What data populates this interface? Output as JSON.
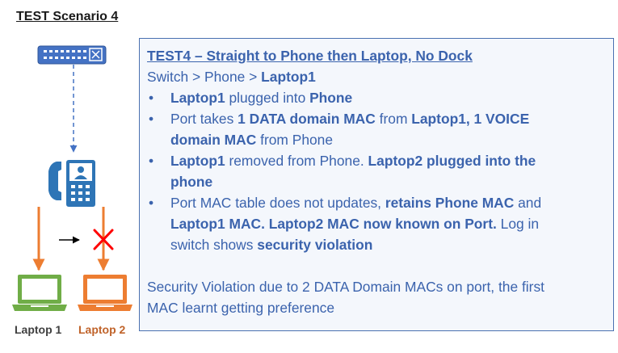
{
  "title": "TEST Scenario 4",
  "labels": {
    "laptop1": "Laptop 1",
    "laptop2": "Laptop 2"
  },
  "box": {
    "heading": "TEST4 – Straight to Phone then Laptop, No Dock",
    "path_prefix": "Switch > Phone > ",
    "path_bold": "Laptop1",
    "bullet_glyph": "•",
    "b1": {
      "p1": "Laptop1",
      "p2": " plugged into ",
      "p3": "Phone"
    },
    "b2": {
      "p1": "Port takes ",
      "p2": "1 DATA domain MAC",
      "p3": " from ",
      "p4": "Laptop1, 1 VOICE",
      "p5": "domain MAC",
      "p6": " from Phone"
    },
    "b3": {
      "p1": "Laptop1",
      "p2": " removed from Phone. ",
      "p3": "Laptop2 plugged into the",
      "p4": "phone"
    },
    "b4": {
      "p1": "Port MAC table does not updates, ",
      "p2": "retains Phone MAC",
      "p3": " and",
      "p4": "Laptop1 MAC. Laptop2 MAC now known on Port.",
      "p5": " Log in",
      "p6": "switch shows ",
      "p7": "security violation"
    },
    "conclusion_1": "Security Violation due to 2 DATA Domain MACs on port, the first",
    "conclusion_2": "MAC learnt getting preference"
  },
  "colors": {
    "switch": "#4472c4",
    "phone": "#2e75b6",
    "link_dashed": "#4472c4",
    "arrow_orange": "#ed7d31",
    "laptop1": "#70ad47",
    "laptop2": "#ed7d31",
    "cross": "#ff0000",
    "text_blue": "#3b63ad"
  },
  "icons": [
    "network-switch-icon",
    "ip-phone-icon",
    "laptop-icon",
    "red-x-icon"
  ]
}
